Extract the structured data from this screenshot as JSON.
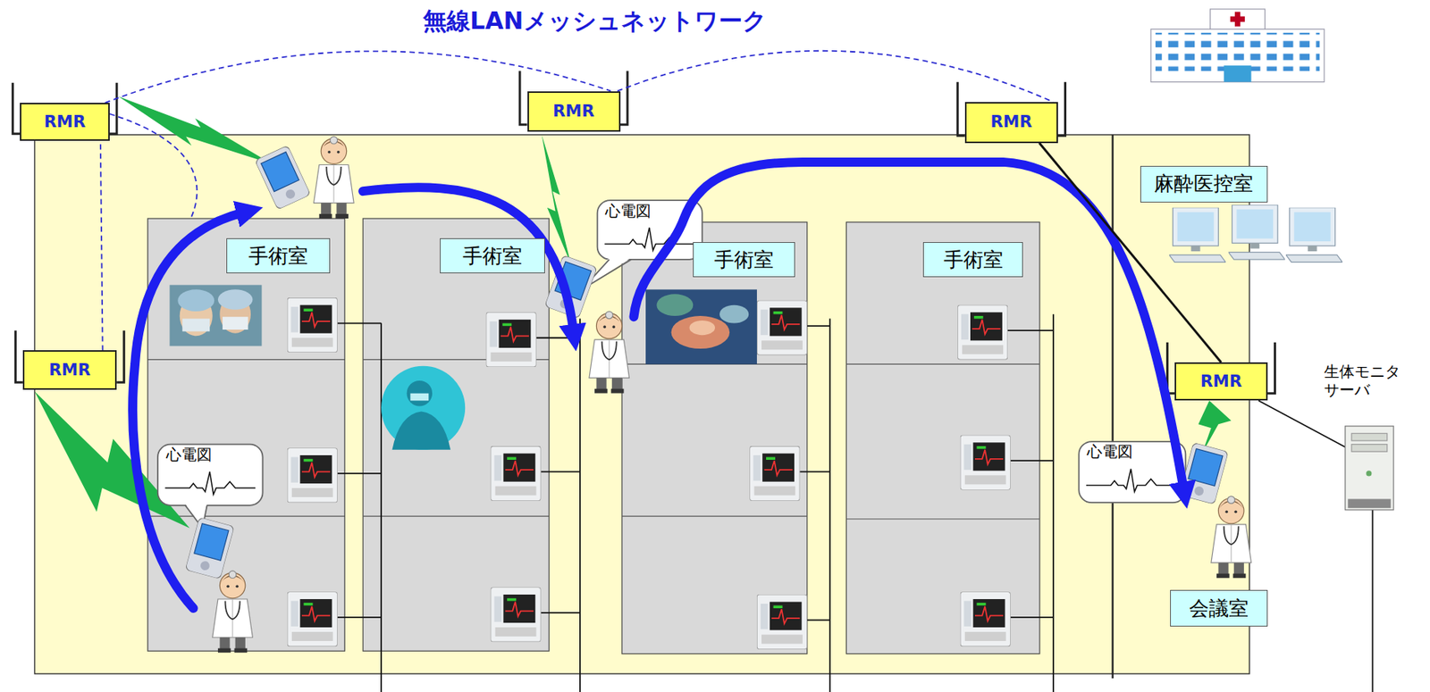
{
  "diagram": {
    "title": "無線LANメッシュネットワーク",
    "nodes": [
      {
        "text": [
          "RMR"
        ]
      },
      {
        "text": [
          "RMR"
        ]
      },
      {
        "text": [
          "RMR"
        ]
      },
      {
        "text": [
          "麻酔医控室"
        ]
      },
      {
        "text": [
          "手術室"
        ]
      },
      {
        "text": [
          "手術室"
        ]
      },
      {
        "text": [
          "手術室"
        ]
      },
      {
        "text": [
          "手術室"
        ]
      },
      {
        "text": [
          "心電図"
        ]
      },
      {
        "text": [
          "RMR"
        ]
      },
      {
        "text": [
          "RMR"
        ]
      },
      {
        "text": [
          "心電図"
        ]
      },
      {
        "text": [
          "心電図"
        ]
      },
      {
        "text": [
          "会議室"
        ]
      }
    ],
    "edges": [
      {
        "from": 0,
        "to": 1,
        "arrow": "none"
      },
      {
        "from": 1,
        "to": 2,
        "arrow": "none"
      },
      {
        "from": 9,
        "to": 0,
        "arrow": "none"
      },
      {
        "from": 2,
        "to": 10,
        "arrow": "none"
      }
    ],
    "labels": [
      "生体モニタ サーバ"
    ]
  }
}
